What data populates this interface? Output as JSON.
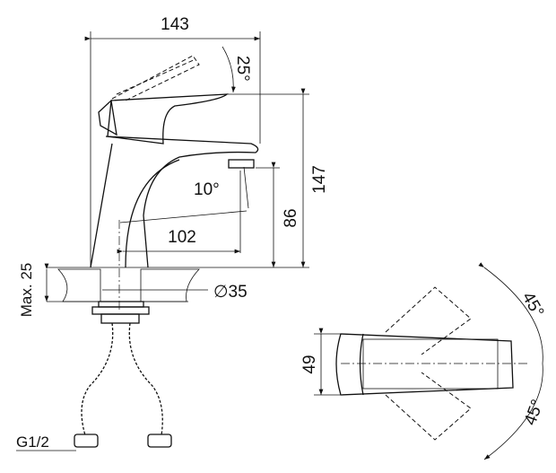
{
  "drawing": {
    "side_view": {
      "overall_width": "143",
      "overall_height": "147",
      "spout_height": "86",
      "spout_reach": "102",
      "lever_angle": "25°",
      "spout_angle": "10°",
      "hole_diameter": "∅35",
      "max_counter_thickness": "Max. 25",
      "connection_thread": "G1/2"
    },
    "top_view": {
      "handle_width": "49",
      "rotation_angle_upper": "45°",
      "rotation_angle_lower": "45°"
    }
  }
}
